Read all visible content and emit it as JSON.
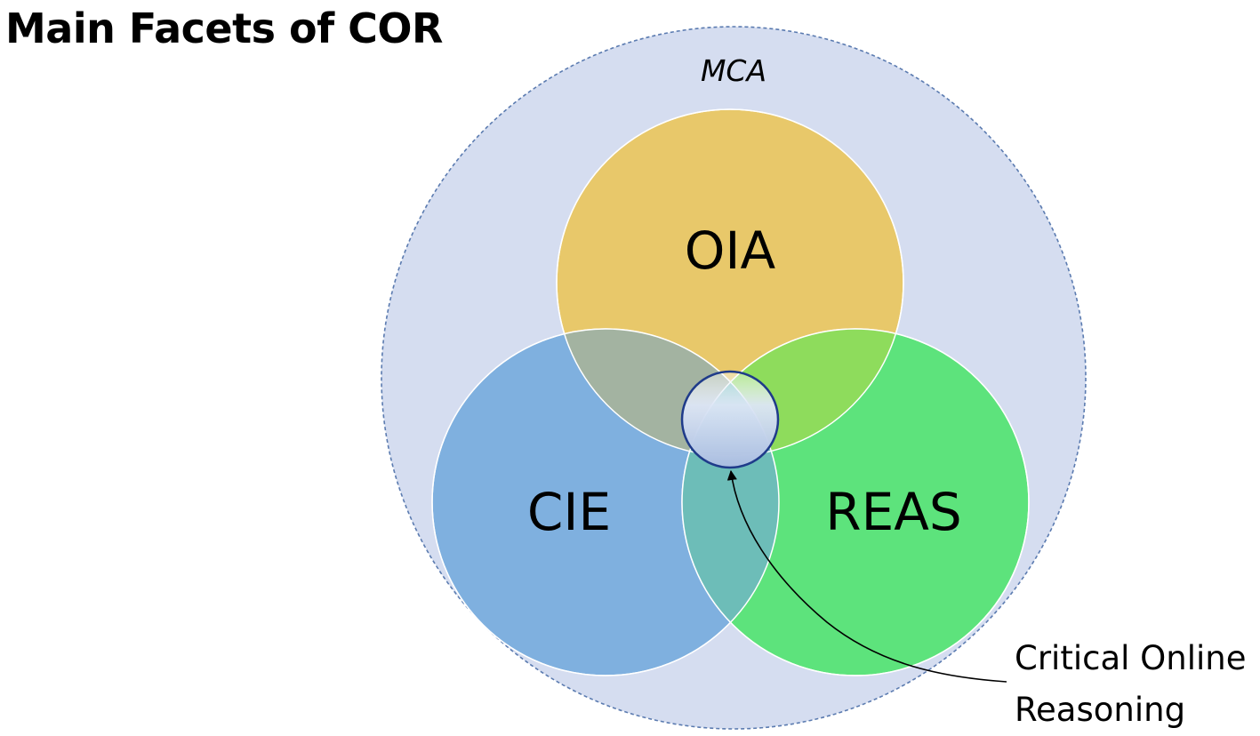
{
  "title": "Main Facets of COR",
  "outer": {
    "label": "MCA",
    "color": "#d5ddf0",
    "border_color": "#5b7bb0"
  },
  "sets": [
    {
      "label": "OIA",
      "color": "#e8c86a"
    },
    {
      "label": "CIE",
      "color": "#7fb0df"
    },
    {
      "label": "REAS",
      "color": "#5de37c"
    }
  ],
  "intersections": {
    "oia_cie": "#a3b3a1",
    "oia_reas": "#8edc5c",
    "cie_reas": "#6dbdb8"
  },
  "center": {
    "border_color": "#1f3b8a"
  },
  "callout": {
    "line1": "Critical Online",
    "line2": "Reasoning"
  }
}
